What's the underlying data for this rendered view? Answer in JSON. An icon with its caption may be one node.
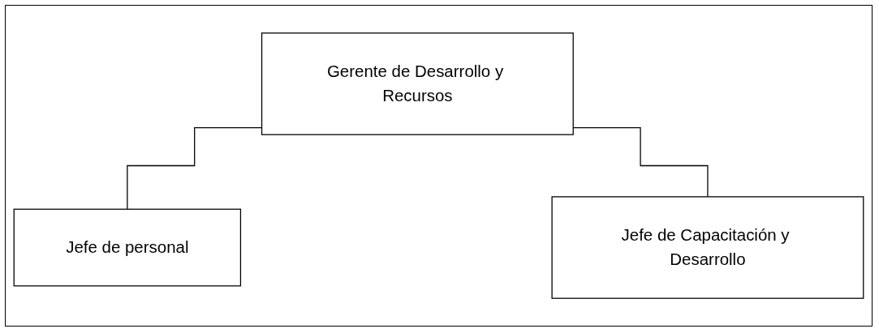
{
  "diagram": {
    "nodes": [
      {
        "text": [
          "Gerente de Desarrollo y Recursos"
        ]
      },
      {
        "text": [
          "Jefe de personal"
        ]
      },
      {
        "text": [
          "Jefe de Capacitación y Desarrollo"
        ]
      }
    ],
    "edges": [
      {
        "from": 0,
        "to": 1,
        "arrow": "none"
      },
      {
        "from": 0,
        "to": 2,
        "arrow": "none"
      }
    ]
  }
}
